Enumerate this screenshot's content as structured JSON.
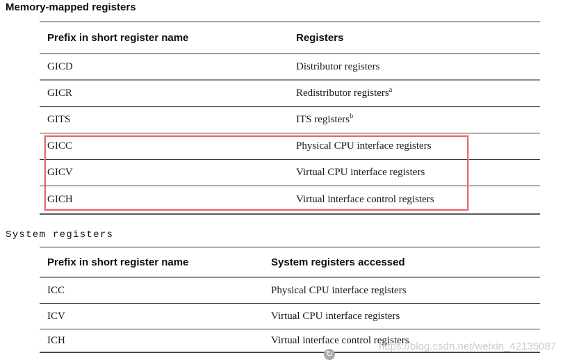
{
  "page": {
    "memory_heading": "Memory-mapped registers",
    "system_heading": "System registers"
  },
  "memory_table": {
    "headers": [
      "Prefix in short register name",
      "Registers"
    ],
    "rows": [
      {
        "prefix": "GICD",
        "registers": "Distributor registers",
        "sup": ""
      },
      {
        "prefix": "GICR",
        "registers": "Redistributor registers",
        "sup": "a"
      },
      {
        "prefix": "GITS",
        "registers": "ITS registers",
        "sup": "b"
      },
      {
        "prefix": "GICC",
        "registers": "Physical CPU interface registers",
        "sup": ""
      },
      {
        "prefix": "GICV",
        "registers": "Virtual CPU interface registers",
        "sup": ""
      },
      {
        "prefix": "GICH",
        "registers": "Virtual interface control registers",
        "sup": ""
      }
    ],
    "highlighted_prefixes": [
      "GICC",
      "GICV",
      "GICH"
    ],
    "highlight_color": "#e66a6a"
  },
  "system_table": {
    "headers": [
      "Prefix in short register name",
      "System registers accessed"
    ],
    "rows": [
      {
        "prefix": "ICC",
        "registers": "Physical CPU interface registers"
      },
      {
        "prefix": "ICV",
        "registers": "Virtual CPU interface registers"
      },
      {
        "prefix": "ICH",
        "registers": "Virtual interface control registers"
      }
    ]
  },
  "watermark": {
    "text": "https://blog.csdn.net/weixin_42135087",
    "icon_glyph": "↻",
    "color": "#cacaca"
  }
}
